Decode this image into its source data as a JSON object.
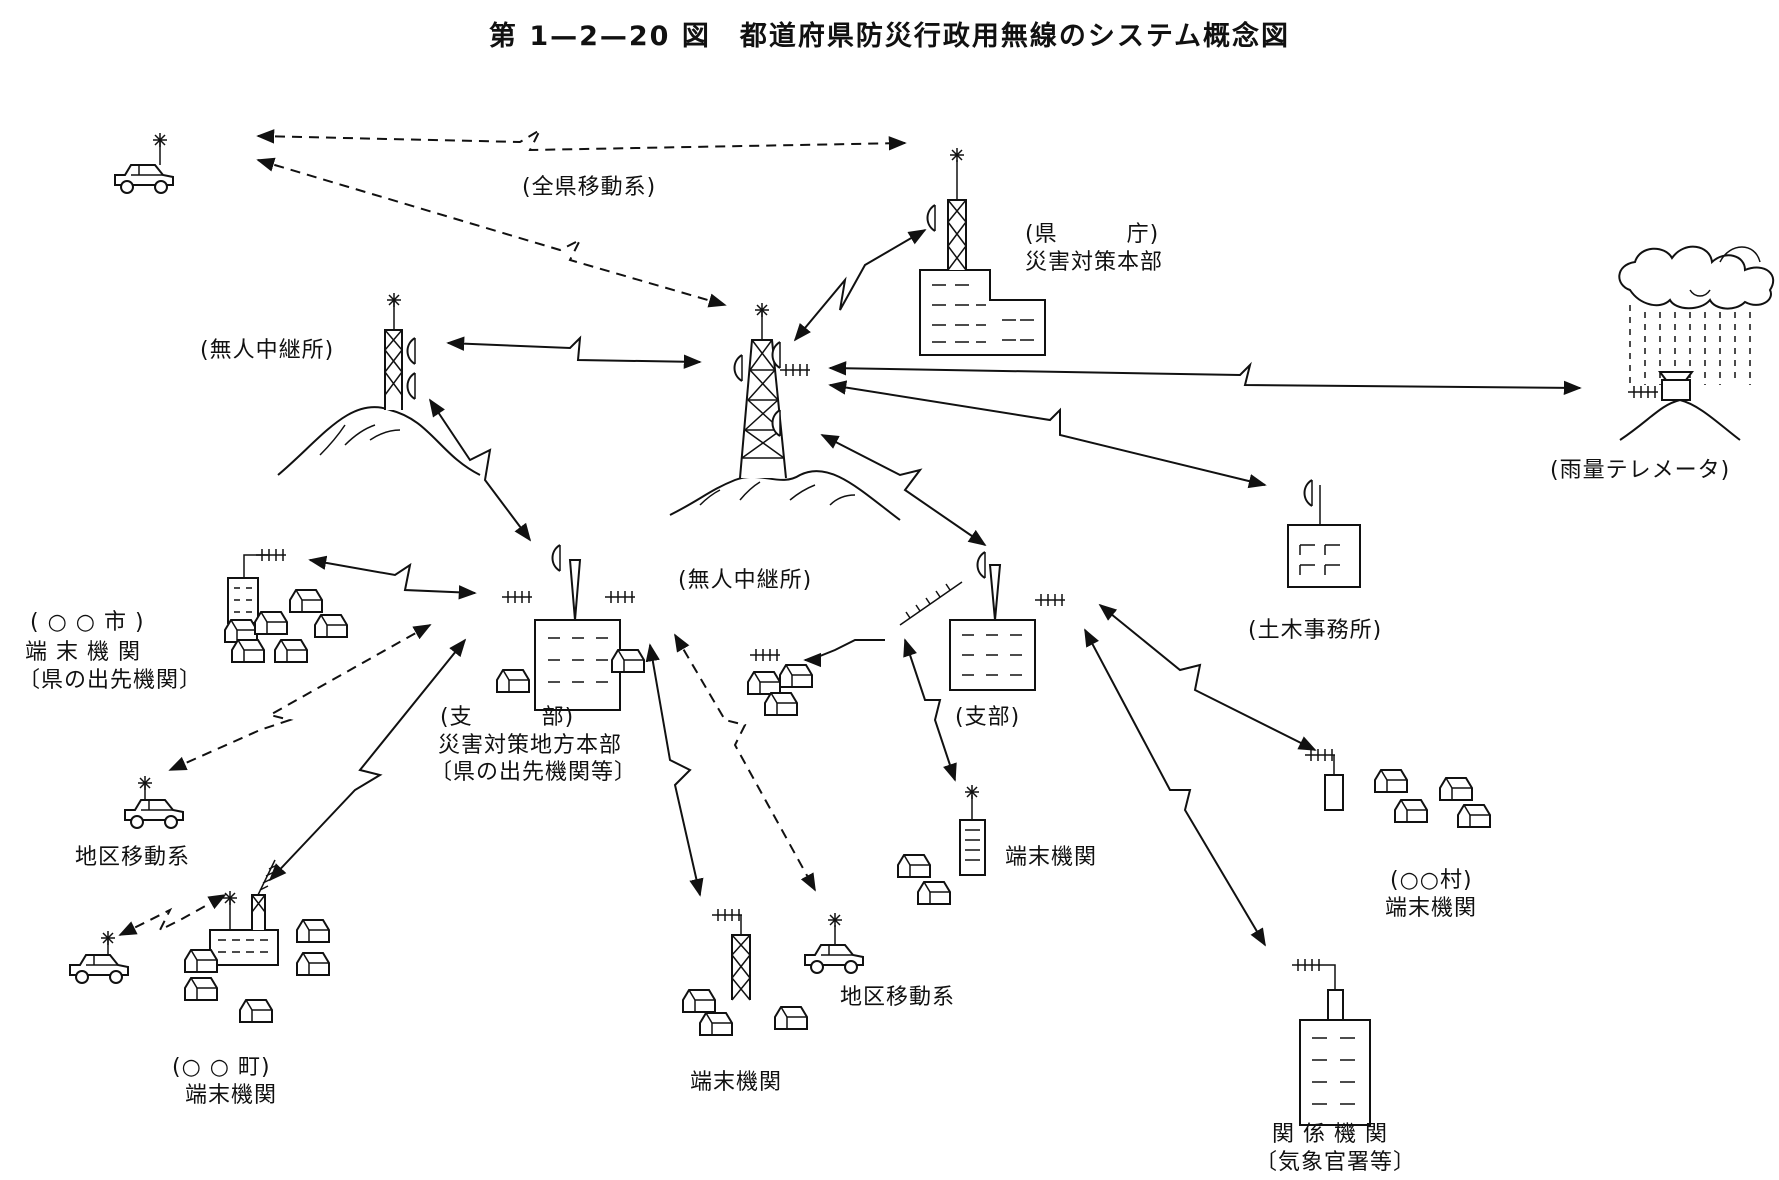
{
  "title": "第 1—2—20 図　都道府県防災行政用無線のシステム概念図",
  "labels": {
    "zenken": "(全県移動系)",
    "kencho_1": "(県　　　庁)",
    "kencho_2": "災害対策本部",
    "mujin_left": "(無人中継所)",
    "mujin_center": "(無人中継所)",
    "uryo": "(雨量テレメータ)",
    "doboku": "(土木事務所)",
    "city_1": "( ○ ○ 市 )",
    "city_2": "端 末 機 関",
    "city_3": "〔県の出先機関〕",
    "shibu_left_1": "(支　　　部)",
    "shibu_left_2": "災害対策地方本部",
    "shibu_left_3": "〔県の出先機関等〕",
    "shibu_right": "(支部)",
    "chiku_left": "地区移動系",
    "chiku_bottom": "地区移動系",
    "tanmatsu_mid": "端末機関",
    "tanmatsu_bottom": "端末機関",
    "town_1": "(○ ○ 町)",
    "town_2": "端末機関",
    "village_1": "(○○村)",
    "village_2": "端末機関",
    "kankei_1": "関 係 機 関",
    "kankei_2": "〔気象官署等〕"
  },
  "icons": [
    "antenna-icon",
    "vehicle-icon",
    "tower-icon",
    "building-icon",
    "house-icon",
    "mountain-icon",
    "rain-cloud-icon",
    "parabolic-dish-icon"
  ]
}
